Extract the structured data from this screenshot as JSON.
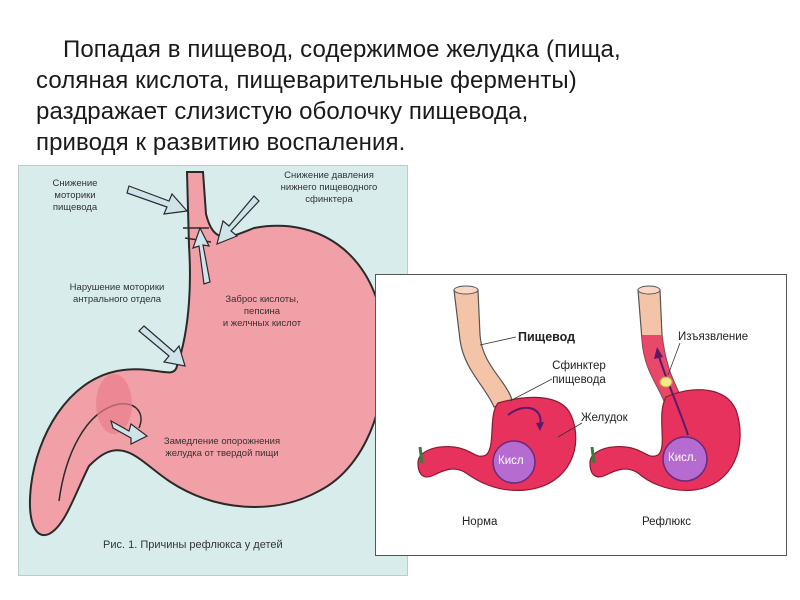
{
  "slide": {
    "lines": [
      "Попадая в пищевод, содержимое желудка (пища,",
      "соляная кислота, пищеварительные ферменты)",
      "раздражает слизистую оболочку пищевода,",
      "приводя к развитию воспаления."
    ]
  },
  "figure1": {
    "label_motility_1": "Снижение",
    "label_motility_2": "моторики",
    "label_motility_3": "пищевода",
    "label_pressure_1": "Снижение давления",
    "label_pressure_2": "нижнего пищеводного",
    "label_pressure_3": "сфинктера",
    "label_antral_1": "Нарушение моторики",
    "label_antral_2": "антрального отдела",
    "label_reflux_1": "Заброс кислоты,",
    "label_reflux_2": "пепсина",
    "label_reflux_3": "и желчных кислот",
    "label_emptying_1": "Замедление опорожнения",
    "label_emptying_2": "желудка от твердой пищи",
    "caption": "Рис. 1. Причины рефлюкса у детей",
    "colors": {
      "background": "#d9ecec",
      "stomach": "#f2a0a8",
      "outline": "#2a2a2a",
      "arrow": "#cfe3ea"
    }
  },
  "figure2": {
    "esophagus": "Пищевод",
    "sphincter_1": "Сфинктер",
    "sphincter_2": "пищевода",
    "stomach": "Желудок",
    "ulcer": "Изъязвление",
    "acid_left": "Кисл",
    "acid_right": "Кисл.",
    "normal": "Норма",
    "reflux": "Рефлюкс",
    "colors": {
      "stomach": "#e8325e",
      "esophagus": "#f4c4a8",
      "acid": "#b56bd0",
      "arrow": "#8a1a6a"
    }
  }
}
